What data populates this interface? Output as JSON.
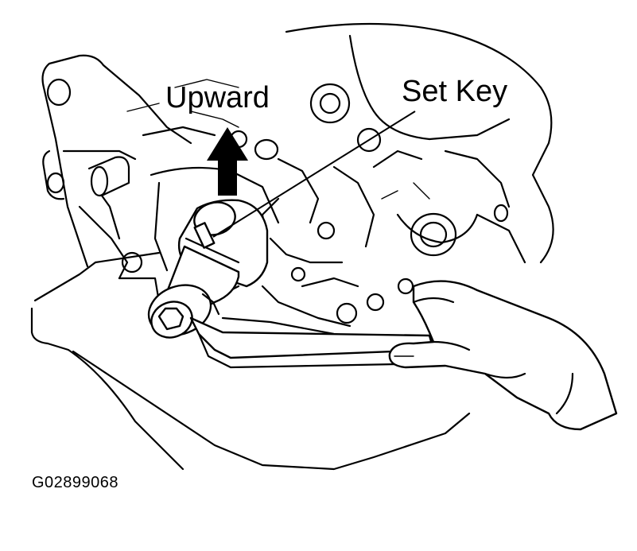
{
  "labels": {
    "upward": "Upward",
    "set_key": "Set Key",
    "figure_code": "G02899068"
  },
  "colors": {
    "line": "#000000",
    "background": "#ffffff"
  }
}
